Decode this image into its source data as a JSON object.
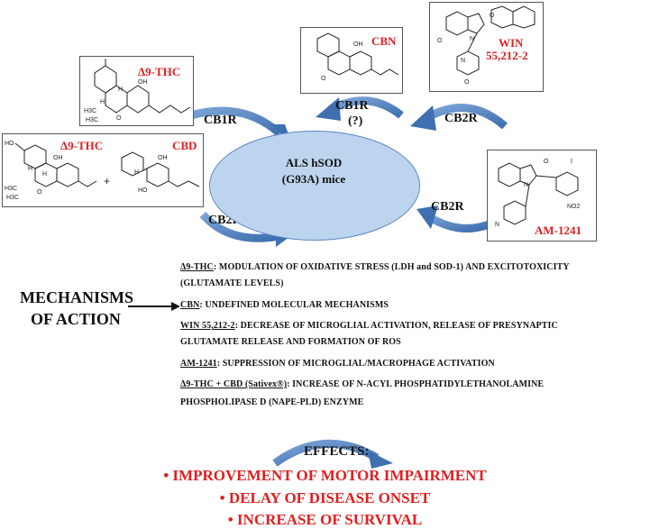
{
  "molecules": {
    "thc_top": {
      "label": "Δ9-THC",
      "atoms": [
        "OH",
        "H",
        "H",
        "H3C",
        "H3C",
        "O"
      ]
    },
    "cbn": {
      "label": "CBN",
      "atoms": [
        "OH",
        "O"
      ]
    },
    "win": {
      "label_line1": "WIN",
      "label_line2": "55,212-2",
      "atoms": [
        "O",
        "O",
        "N",
        "N",
        "O"
      ]
    },
    "thc_left": {
      "label": "Δ9-THC",
      "atoms": [
        "OH",
        "H",
        "H",
        "H3C",
        "H3C",
        "O",
        "HO"
      ]
    },
    "plus": "+",
    "cbd": {
      "label": "CBD",
      "atoms": [
        "OH",
        "H",
        "HO"
      ]
    },
    "am1241": {
      "label": "AM-1241",
      "atoms": [
        "O",
        "I",
        "N",
        "N",
        "NO2"
      ]
    }
  },
  "receptors": {
    "cb1r_left": "CB1R",
    "cb1r_top": "CB1R",
    "cb1r_top_q": "(?)",
    "cb2r_right_top": "CB2R",
    "cb2r_right_bottom": "CB2R",
    "cb2r_left": "CB2R"
  },
  "center": {
    "line1": "ALS hSOD",
    "line2": "(G93A) mice"
  },
  "mechanisms": {
    "heading_line1": "MECHANISMS",
    "heading_line2": "OF ACTION",
    "lines": [
      {
        "u": "Δ9-THC",
        "t": ": MODULATION OF OXIDATIVE STRESS (LDH and SOD-1) AND EXCITOTOXICITY"
      },
      {
        "u": "",
        "t": "(GLUTAMATE LEVELS)"
      },
      {
        "u": "CBN",
        "t": ": UNDEFINED MOLECULAR MECHANISMS"
      },
      {
        "u": "WIN 55,212-2",
        "t": ": DECREASE OF MICROGLIAL ACTIVATION, RELEASE OF PRESYNAPTIC"
      },
      {
        "u": "",
        "t": "GLUTAMATE RELEASE AND FORMATION OF ROS"
      },
      {
        "u": "AM-1241",
        "t": ": SUPPRESSION OF MICROGLIAL/MACROPHAGE ACTIVATION"
      },
      {
        "u": "Δ9-THC + CBD (Sativex®)",
        "t": ": INCREASE OF N-ACYL PHOSPHATIDYLETHANOLAMINE"
      },
      {
        "u": "",
        "t": "PHOSPHOLIPASE D (NAPE-PLD) ENZYME"
      }
    ]
  },
  "effects": {
    "title": "EFFECTS:",
    "items": [
      "• IMPROVEMENT OF MOTOR IMPAIRMENT",
      "• DELAY OF DISEASE ONSET",
      "• INCREASE OF SURVIVAL"
    ]
  },
  "colors": {
    "accent_red": "#e02020",
    "arrow_blue": "#4f7ebf",
    "ellipse_fill": "#bcd4ee",
    "ellipse_border": "#5b86c0"
  }
}
